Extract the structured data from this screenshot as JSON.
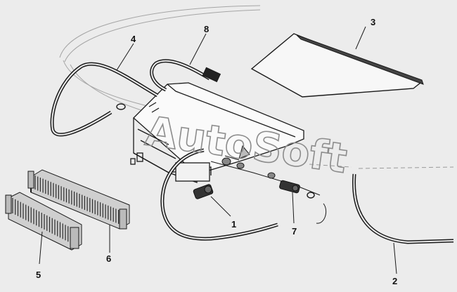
{
  "diagram": {
    "callouts": [
      {
        "id": "1",
        "label": "1"
      },
      {
        "id": "2",
        "label": "2"
      },
      {
        "id": "3",
        "label": "3"
      },
      {
        "id": "4",
        "label": "4"
      },
      {
        "id": "5",
        "label": "5"
      },
      {
        "id": "6",
        "label": "6"
      },
      {
        "id": "7",
        "label": "7"
      },
      {
        "id": "8",
        "label": "8"
      }
    ],
    "watermark": "AutoSoft",
    "colors": {
      "background": "#ececec",
      "line": "#1a1a1a",
      "thin_line": "#9a9a9a",
      "panel_fill": "#f7f7f7",
      "radiator_fill": "#cfcfcf"
    }
  }
}
